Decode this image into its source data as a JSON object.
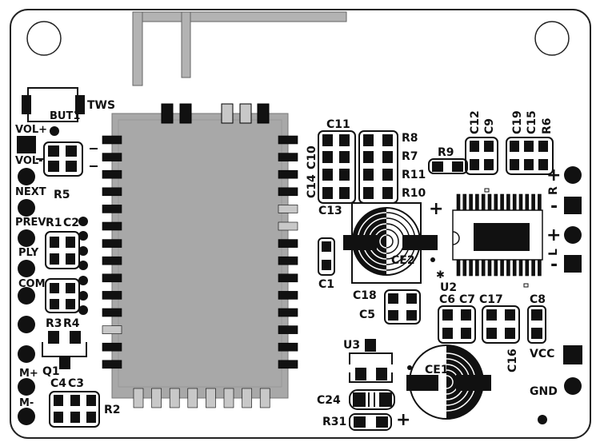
{
  "board": {
    "labels": {
      "but1": "BUT1",
      "tws": "TWS",
      "vol_plus": "VOL+",
      "vol_minus": "VOL-",
      "next": "NEXT",
      "prev": "PREV",
      "ply": "PLY",
      "com": "COM",
      "m_plus": "M+",
      "m_minus": "M-",
      "r5": "R5",
      "r1": "R1",
      "c2": "C2",
      "r3": "R3",
      "r4": "R4",
      "q1": "Q1",
      "c4": "C4",
      "c3": "C3",
      "r2": "R2",
      "c11": "C11",
      "c14": "C14",
      "c10": "C10",
      "c13": "C13",
      "r8": "R8",
      "r7": "R7",
      "r11": "R11",
      "r10": "R10",
      "r9": "R9",
      "c12": "C12",
      "c9": "C9",
      "c19": "C19",
      "c15": "C15",
      "r6": "R6",
      "r": "R",
      "l": "L",
      "ce2": "CE2",
      "c1": "C1",
      "c18": "C18",
      "c5": "C5",
      "u2": "U2",
      "c6": "C6",
      "c7": "C7",
      "c17": "C17",
      "c8": "C8",
      "c16": "C16",
      "u3": "U3",
      "ce1": "CE1",
      "c24": "C24",
      "r31": "R31",
      "vcc": "VCC",
      "gnd": "GND"
    },
    "symbols": {
      "plus": "+",
      "minus": "-"
    }
  }
}
